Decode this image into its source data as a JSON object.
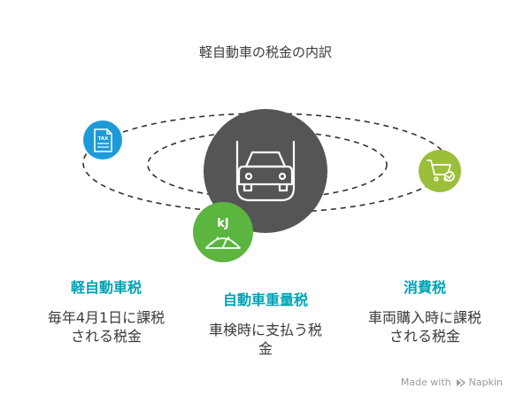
{
  "title": "軽自動車の税金の内訳",
  "items": [
    {
      "heading": "軽自動車税",
      "desc_line1": "毎年4月1日に課税",
      "desc_line2": "される税金"
    },
    {
      "heading": "自動車重量税",
      "desc_line1": "車検時に支払う税",
      "desc_line2": "金"
    },
    {
      "heading": "消費税",
      "desc_line1": "車両購入時に課税",
      "desc_line2": "される税金"
    }
  ],
  "icons": {
    "center": "car-icon",
    "left": "tax-document-icon",
    "bottom": "weight-scale-icon",
    "right": "shopping-cart-icon"
  },
  "icon_text": {
    "tax": "TAX",
    "kj": "kJ"
  },
  "colors": {
    "center": "#555555",
    "blue": "#1d9bd8",
    "green": "#5bb53f",
    "lime": "#9cbf3b",
    "heading": "#00a3b4"
  },
  "watermark": {
    "prefix": "Made with",
    "brand": "Napkin"
  }
}
